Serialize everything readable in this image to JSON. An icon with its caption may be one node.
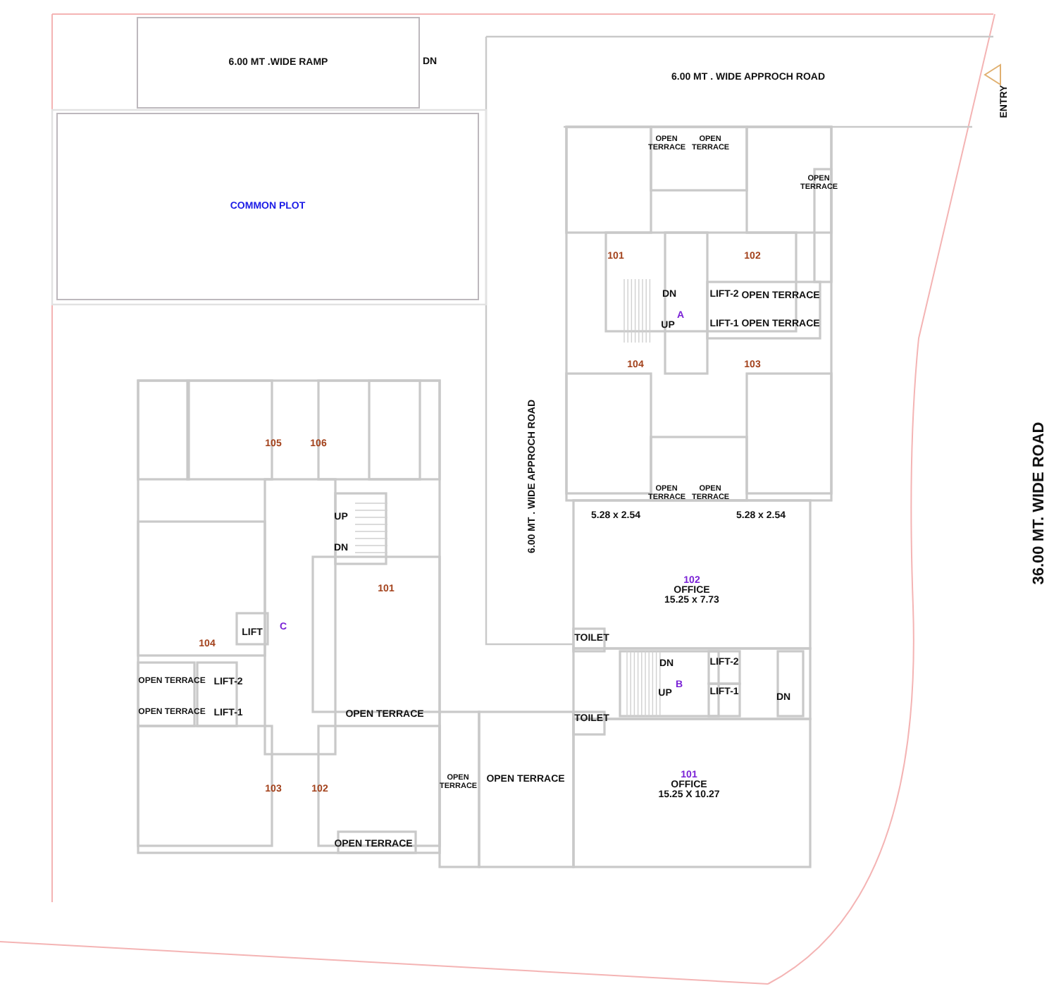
{
  "diagram": {
    "nodes": [
      {
        "text": [
          "6.00 MT .WIDE RAMP"
        ],
        "beside": [
          "DN"
        ]
      },
      {
        "text": [
          "COMMON PLOT"
        ]
      }
    ],
    "labels": [
      "6.00 MT . WIDE APPROCH ROAD",
      "ENTRY",
      "OPEN TERRACE",
      "OPEN TERRACE",
      "OPEN TERRACE",
      "101",
      "102",
      "DN",
      "LIFT-2",
      "OPEN TERRACE",
      "A",
      "UP",
      "LIFT-1",
      "OPEN TERRACE",
      "104",
      "103",
      "105",
      "106",
      "6.00 MT . WIDE APPROCH ROAD",
      "OPEN TERRACE",
      "OPEN TERRACE",
      "UP",
      "5.28 x 2.54",
      "5.28 x 2.54",
      "36.00 MT. WIDE ROAD",
      "DN",
      "102",
      "OFFICE",
      "15.25 x 7.73",
      "101",
      "LIFT",
      "C",
      "TOILET",
      "104",
      "DN",
      "LIFT-2",
      "B",
      "UP",
      "LIFT-1",
      "DN",
      "OPEN TERRACE",
      "LIFT-2",
      "OPEN TERRACE",
      "LIFT-1",
      "OPEN TERRACE",
      "TOILET",
      "101",
      "OFFICE",
      "15.25 X 10.27",
      "OPEN TERRACE",
      "OPEN TERRACE",
      "103",
      "102",
      "OPEN TERRACE"
    ]
  }
}
